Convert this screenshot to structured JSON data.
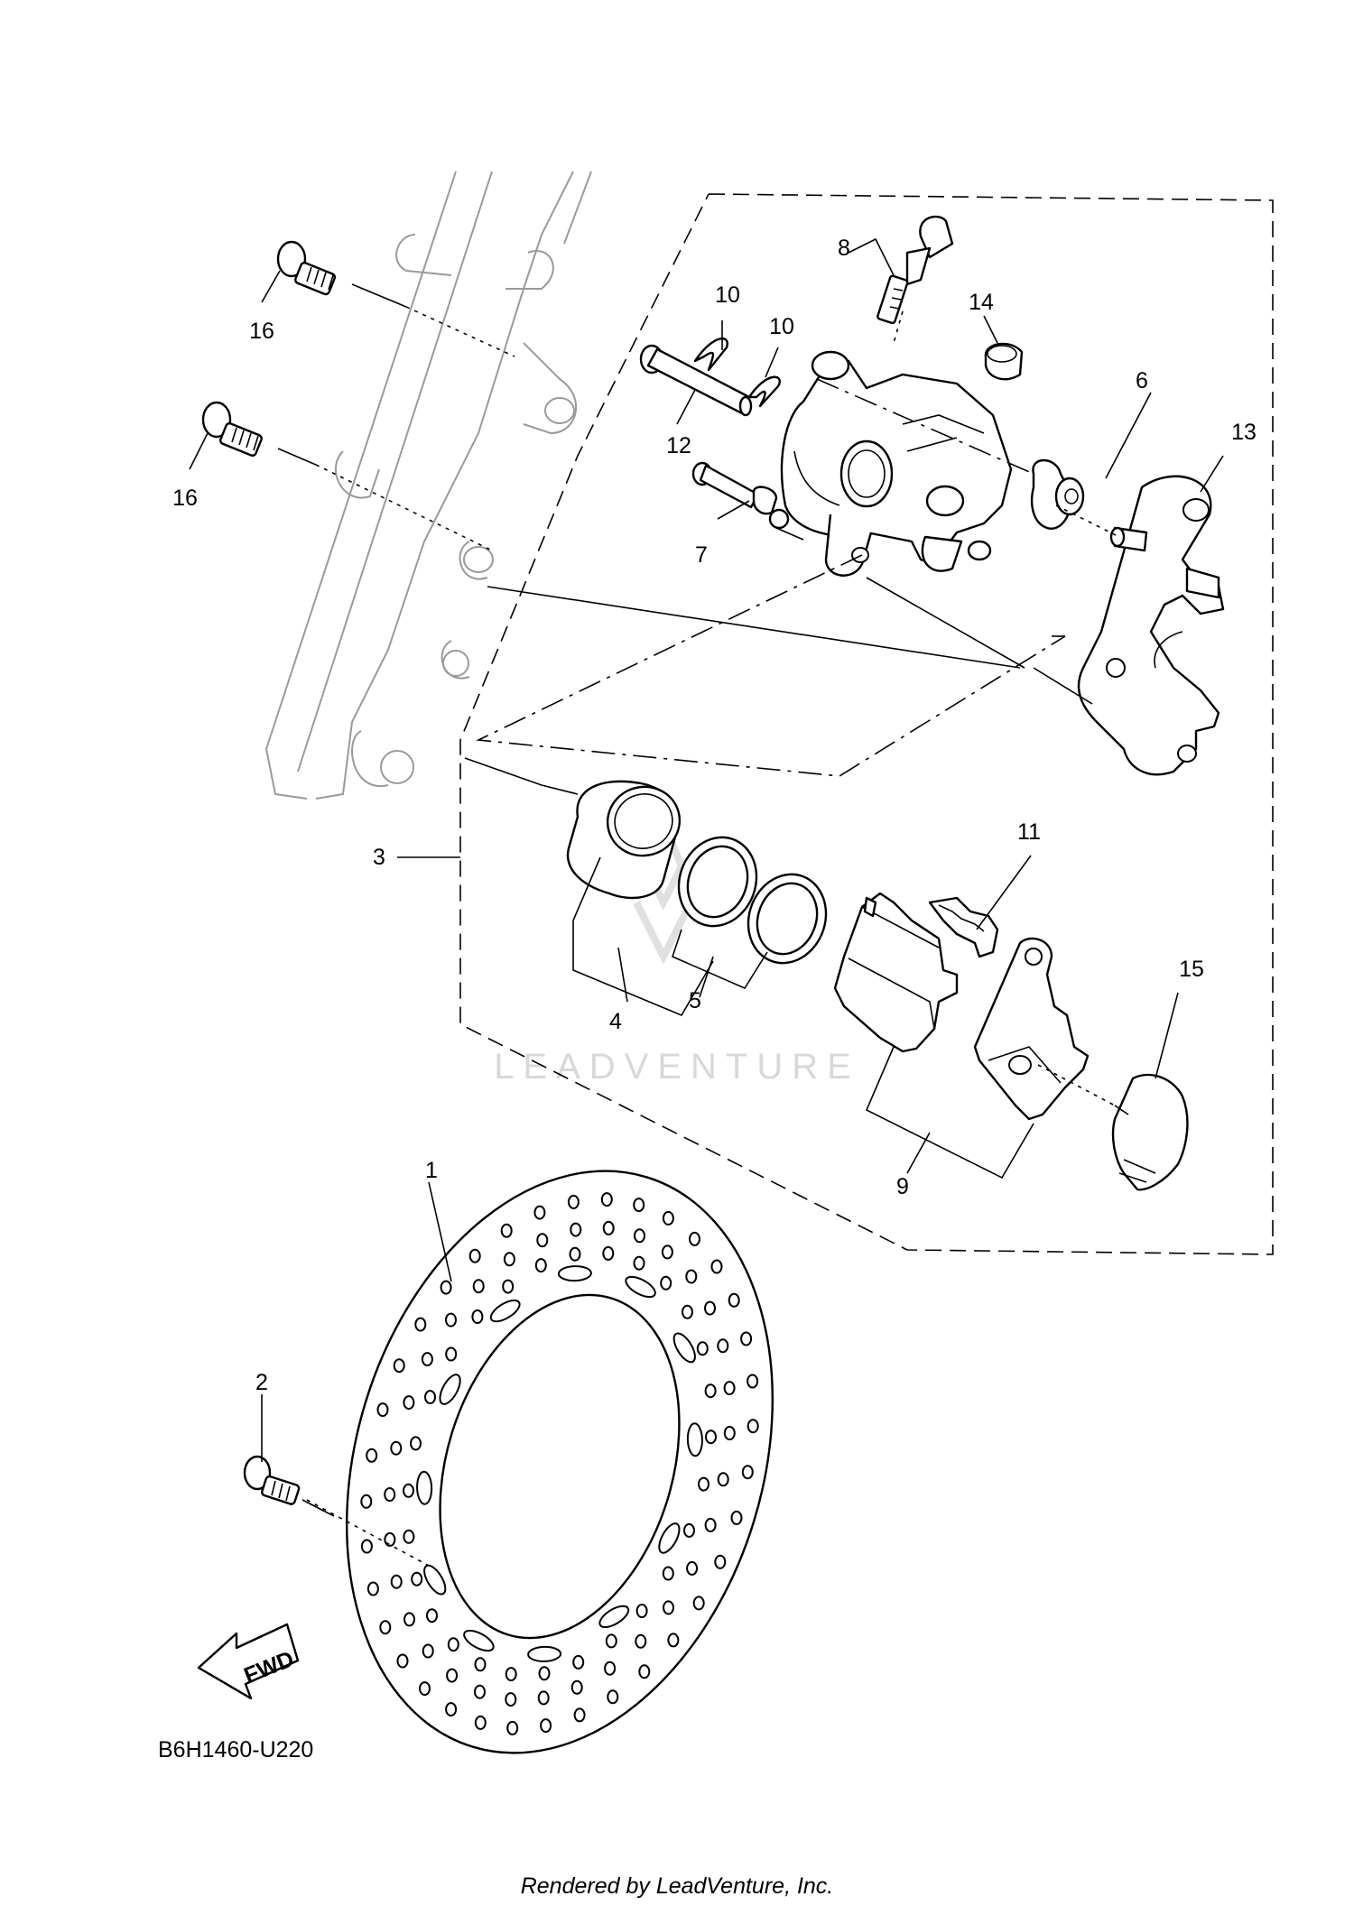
{
  "diagram": {
    "callouts": {
      "p1": "1",
      "p2": "2",
      "p3": "3",
      "p4": "4",
      "p5": "5",
      "p6": "6",
      "p7": "7",
      "p8": "8",
      "p9": "9",
      "p10a": "10",
      "p10b": "10",
      "p11": "11",
      "p12": "12",
      "p13": "13",
      "p14": "14",
      "p15": "15",
      "p16a": "16",
      "p16b": "16"
    },
    "direction_badge": "FWD",
    "diagram_code": "B6H1460-U220",
    "watermark": "LEADVENTURE",
    "footer": "Rendered by LeadVenture, Inc."
  }
}
